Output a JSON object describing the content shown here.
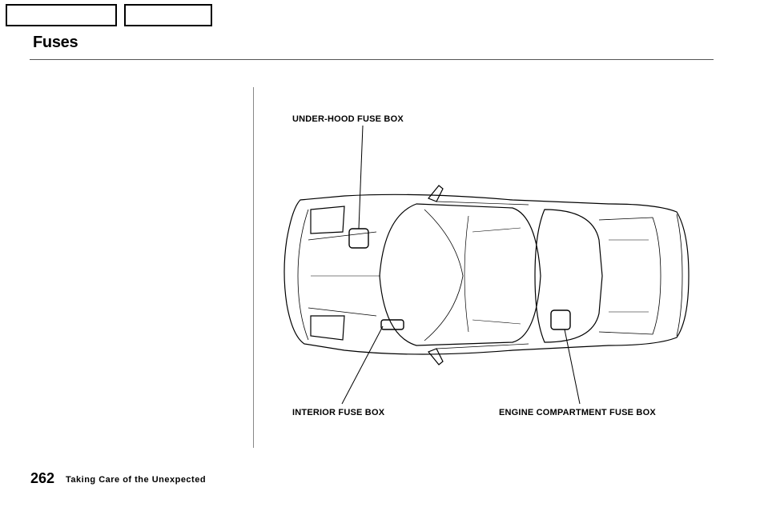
{
  "header": {
    "title": "Fuses"
  },
  "figure": {
    "labels": {
      "under_hood": "UNDER-HOOD FUSE BOX",
      "interior": "INTERIOR FUSE BOX",
      "engine": "ENGINE COMPARTMENT FUSE BOX"
    }
  },
  "footer": {
    "page_number": "262",
    "section": "Taking Care of the Unexpected"
  }
}
